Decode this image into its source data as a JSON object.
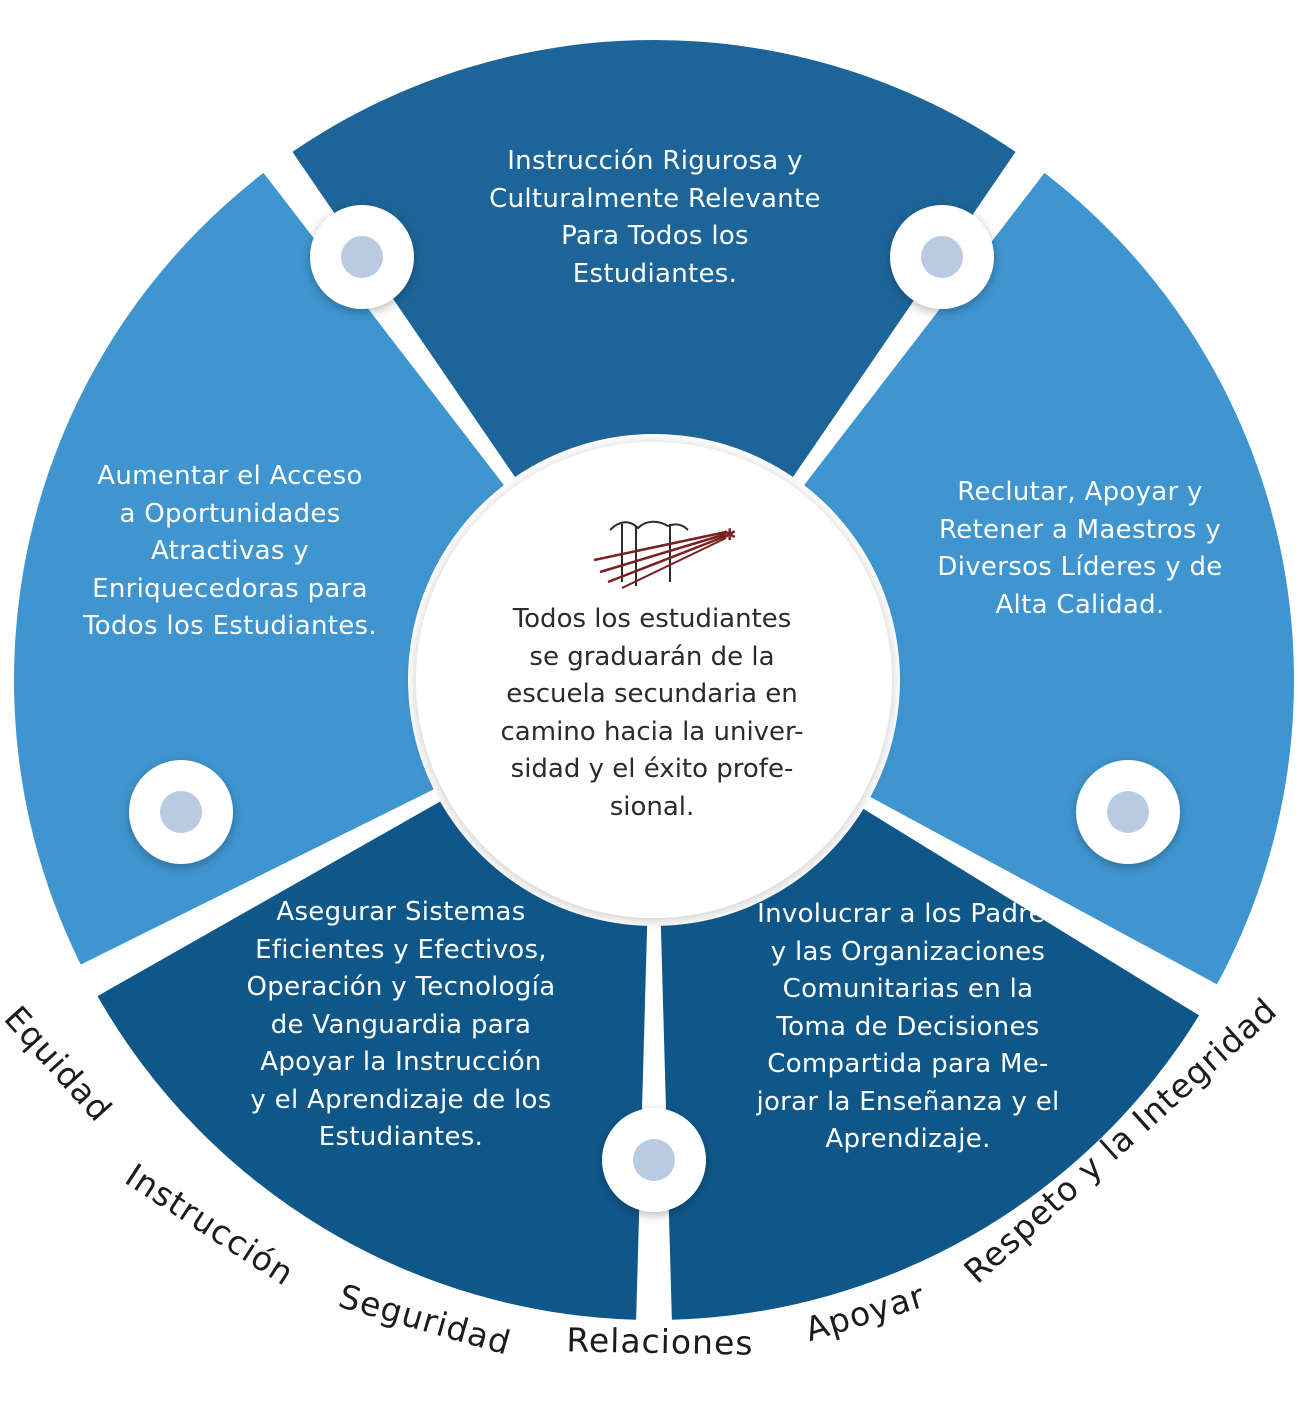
{
  "colors": {
    "segment_dark": "#0f5789",
    "segment_mid": "#1d6598",
    "segment_light": "#3f95cf",
    "node_fill": "#b9cbe0",
    "logo_red": "#7a1f22"
  },
  "segments": {
    "top": {
      "text": "Instrucción Rigurosa y\nCulturalmente Relevante\nPara Todos los\nEstudiantes."
    },
    "right": {
      "text": "Reclutar, Apoyar y\nRetener a Maestros y\nDiversos Líderes y de\nAlta Calidad."
    },
    "bottom_right": {
      "text": "Involucrar a los Padres\ny las Organizaciones\nComunitarias en la\nToma de Decisiones\nCompartida para Me-\njorar la Enseñanza y el\nAprendizaje."
    },
    "bottom_left": {
      "text": "Asegurar Sistemas\nEficientes y Efectivos,\nOperación y Tecnología\nde Vanguardia para\nApoyar la Instrucción\ny el Aprendizaje de los\nEstudiantes."
    },
    "left": {
      "text": "Aumentar el Acceso\na Oportunidades\nAtractivas y\nEnriquecedoras para\nTodos los Estudiantes."
    }
  },
  "center": {
    "text": "Todos los estudiantes\nse graduarán de la\nescuela secundaria en\ncamino hacia la univer-\nsidad y el éxito profe-\nsional.",
    "logo_icon": "bridge-star-logo"
  },
  "values": [
    "Equidad",
    "Instrucción",
    "Seguridad",
    "Relaciones",
    "Apoyar",
    "Respeto y la Integridad"
  ]
}
